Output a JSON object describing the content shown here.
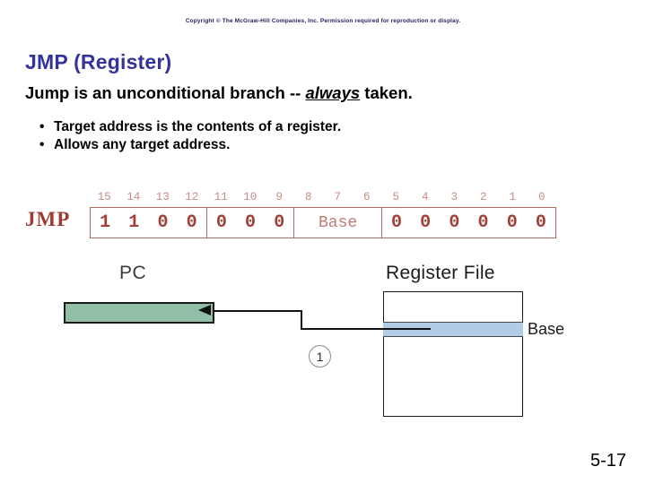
{
  "slide": {
    "copyright": "Copyright © The McGraw-Hill Companies, Inc. Permission required for reproduction or display.",
    "title": "JMP (Register)",
    "page_number": "5-17",
    "title_color": "#333399"
  },
  "body": {
    "lead_prefix": "Jump is an unconditional branch -- ",
    "lead_emphasis": "always",
    "lead_suffix": " taken.",
    "bullet_glyph": "•",
    "bullets": [
      "Target address is the contents of a register.",
      "Allows any target address."
    ]
  },
  "instruction": {
    "mnemonic": "JMP",
    "accent_color": "#a53e38",
    "bit_numbers": [
      "15",
      "14",
      "13",
      "12",
      "11",
      "10",
      "9",
      "8",
      "7",
      "6",
      "5",
      "4",
      "3",
      "2",
      "1",
      "0"
    ],
    "fields": [
      {
        "name": "opcode",
        "bits": [
          "1",
          "1",
          "0",
          "0"
        ]
      },
      {
        "name": "unused-high",
        "bits": [
          "0",
          "0",
          "0"
        ]
      },
      {
        "name": "base-register",
        "text": "Base"
      },
      {
        "name": "unused-low",
        "bits": [
          "0",
          "0",
          "0",
          "0",
          "0",
          "0"
        ]
      }
    ]
  },
  "datapath": {
    "pc_label": "PC",
    "pc_fill_color": "#90bfa5",
    "register_file_label": "Register File",
    "base_row_label": "Base",
    "base_row_color": "#b0cce6",
    "step_markers": [
      "1"
    ]
  }
}
